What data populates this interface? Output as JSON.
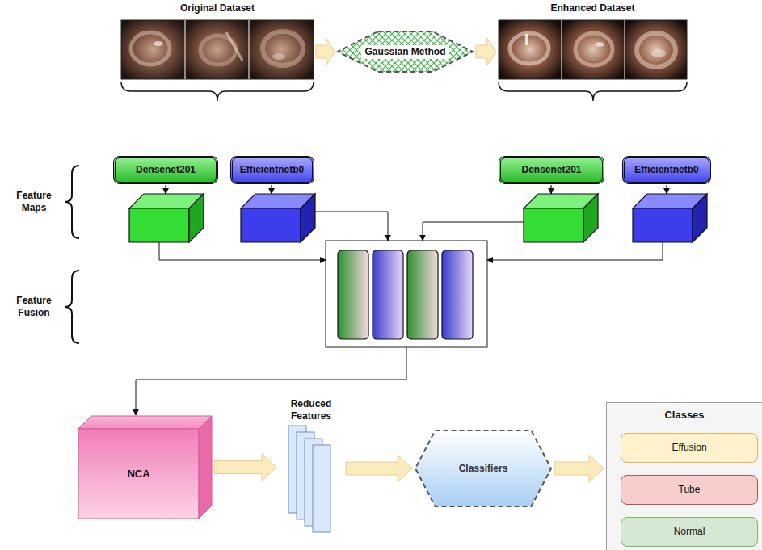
{
  "diagram": {
    "nodes": [
      {
        "text": [
          "Original Dataset"
        ]
      },
      {
        "text": [
          "Gaussian Method"
        ]
      },
      {
        "text": [
          "Enhanced Dataset"
        ]
      },
      {
        "text": [
          "Densenet201"
        ]
      },
      {
        "text": [
          "Efficientnetb0"
        ]
      },
      {
        "text": [
          "Densenet201"
        ]
      },
      {
        "text": [
          "Efficientnetb0"
        ]
      },
      {
        "text": [
          "NCA"
        ]
      },
      {
        "text": [
          "Reduced Features"
        ]
      },
      {
        "text": [
          "Classifiers"
        ]
      },
      {
        "text": [
          "Classes"
        ]
      },
      {
        "text": [
          "Effusion"
        ],
        "in": 10
      },
      {
        "text": [
          "Tube"
        ],
        "in": 10
      },
      {
        "text": [
          "Normal"
        ],
        "in": 10
      }
    ],
    "edges": [
      {
        "from": 0,
        "to": 1,
        "arrow": "to"
      },
      {
        "from": 1,
        "to": 2,
        "arrow": "to"
      },
      {
        "from": 7,
        "to": 8,
        "arrow": "to"
      },
      {
        "from": 8,
        "to": 9,
        "arrow": "to"
      },
      {
        "from": 9,
        "to": 10,
        "arrow": "to"
      }
    ],
    "labels": [
      "Feature Maps",
      "Feature Fusion"
    ]
  }
}
